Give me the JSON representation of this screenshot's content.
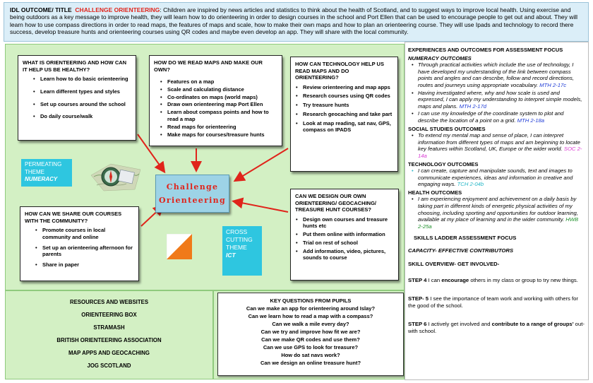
{
  "header": {
    "label": "IDL OUTCOME/ TITLE",
    "title": "CHALLENGE ORIENTEERING",
    "text": ": Children are inspired by news articles and statistics to think about the health of Scotland, and to suggest ways to improve local health. Using exercise and being outdoors as a key message to improve health, they will learn how to do orienteering in order to design courses in the school and Port Ellen that can be used to encourage people to get out and about. They will learn how to use compass directions in order to read maps, the features of maps and scale, how to make their own maps and how to plan an orienteering course. They will use Ipads and technology to record there success, develop treasure hunts and orienteering courses using QR codes and maybe even develop an app. They will share with the local community."
  },
  "center": {
    "line1": "Challenge",
    "line2": "Orienteering"
  },
  "healthy": {
    "title": "WHAT IS ORIENTEERING AND HOW CAN IT HELP US BE HEALTHY?",
    "items": [
      "Learn how to do basic orienteering",
      "Learn different types and styles",
      "Set up courses around the school",
      "Do daily course/walk"
    ]
  },
  "maps": {
    "title": "HOW DO WE READ MAPS AND MAKE OUR OWN?",
    "items": [
      "Features on a map",
      "Scale and calculating distance",
      "Co-ordinates on maps (world maps)",
      "Draw own orienteering map Port Ellen",
      "Learn about compass points and how to read a map",
      "Read maps for orienteering",
      "Make maps for courses/treasure hunts"
    ]
  },
  "tech": {
    "title": "HOW CAN TECHNOLOGY HELP US READ MAPS AND DO ORIENTEERING?",
    "items": [
      "Review orienteering and map apps",
      "Research courses using QR codes",
      "Try treasure hunts",
      "Research geocaching and take part",
      "Look at map reading, sat nav, GPS, compass on IPADS"
    ]
  },
  "share": {
    "title": "HOW CAN WE SHARE OUR COURSES WITH THE COMMUNITY?",
    "items": [
      "Promote courses in local community and online",
      "Set up an orienteering afternoon for parents",
      "Share in paper"
    ]
  },
  "design": {
    "title": "CAN WE DESIGN OUR OWN ORIENTEERING/ GEOCACHING/ TREASURE HUNT COURSES?",
    "items": [
      "Design own courses and treasure hunts etc",
      "Put them online with information",
      "Trial on rest of school",
      "Add information, video, pictures, sounds to course"
    ]
  },
  "themes": {
    "numeracy_1": "PERMEATING",
    "numeracy_2": "THEME",
    "numeracy_3": "NUMERACY",
    "cc_1": "CROSS",
    "cc_2": "CUTTING",
    "cc_3": "THEME",
    "cc_4": "ICT"
  },
  "resources": {
    "title": "RESOURCES AND WEBSITES",
    "items": [
      "ORIENTEERING BOX",
      "STRAMASH",
      "BRITISH ORIENTEERING ASSOCIATION",
      "MAP APPS AND GEOCACHING",
      "JOG SCOTLAND"
    ]
  },
  "questions": {
    "title": "KEY QUESTIONS FROM PUPILS",
    "items": [
      "Can we make an app for orienteering around Islay?",
      "Can we learn how to read a map with a compass?",
      "Can we walk a mile every day?",
      "Can we try and improve how fit we are?",
      "Can we make QR codes and use them?",
      "Can we use GPS to look for treasure?",
      "How do sat navs work?",
      "Can we design an online treasure hunt?"
    ]
  },
  "right": {
    "heading": "EXPERIENCES AND OUTCOMES FOR ASSESSMENT FOCUS",
    "numeracy_heading": "NUMERACY OUTCOMES",
    "numeracy": [
      {
        "text": "Through practical activities which include the use of technology, I have developed my understanding of the link between compass points and angles and can describe, follow and record directions, routes and journeys using appropriate vocabulary.",
        "code": "MTH 2-17c"
      },
      {
        "text": "Having investigated where, why and how scale is used and expressed, I can apply my understanding to interpret simple models, maps and plans.",
        "code": "MTH 2-17d"
      },
      {
        "text": "I can use my knowledge of the coordinate system to plot and describe the location of a point on a grid.",
        "code": "MTH 2-18a"
      }
    ],
    "social_heading": "SOCIAL STUDIES OUTCOMES",
    "social": [
      {
        "text": "To extend my mental map and sense of place, I can interpret information from different types of maps and am beginning to locate key features within Scotland, UK, Europe or the wider world.",
        "code": "SOC 2-14a"
      }
    ],
    "tech_heading": "TECHNOLOGY OUTCOMES",
    "technology": [
      {
        "text": "I can create, capture and manipulate sounds, text and images to communicate experiences, ideas and information in creative and engaging ways.",
        "code": "TCH 2-04b"
      }
    ],
    "health_heading": "HEALTH OUTCOMES",
    "health": [
      {
        "text": "I am experiencing enjoyment and achievement on a daily basis by taking part in different kinds of energetic physical activities of my choosing, including sporting and opportunities for outdoor learning, available at my place of learning and in the wider community.",
        "code": "HWB 2-25a"
      }
    ],
    "skills_heading": "SKILLS LADDER ASSESSMENT FOCUS",
    "capacity": "CAPACITY- EFFECTIVE CONTRIBUTORS",
    "overview": "SKILL OVERVIEW- GET INVOLVED-",
    "step4_label": "STEP 4",
    "step4_text_a": " I can ",
    "step4_bold": "encourage",
    "step4_text_b": " others in my class or group to try new things.",
    "step5_label": "STEP- 5",
    "step5_text": " I see the importance of team work and working with others for the good of the school.",
    "step6_label": "STEP 6",
    "step6_text_a": " I actively get involved and ",
    "step6_bold": "contribute to a range of groups'",
    "step6_text_b": " out-with school."
  }
}
